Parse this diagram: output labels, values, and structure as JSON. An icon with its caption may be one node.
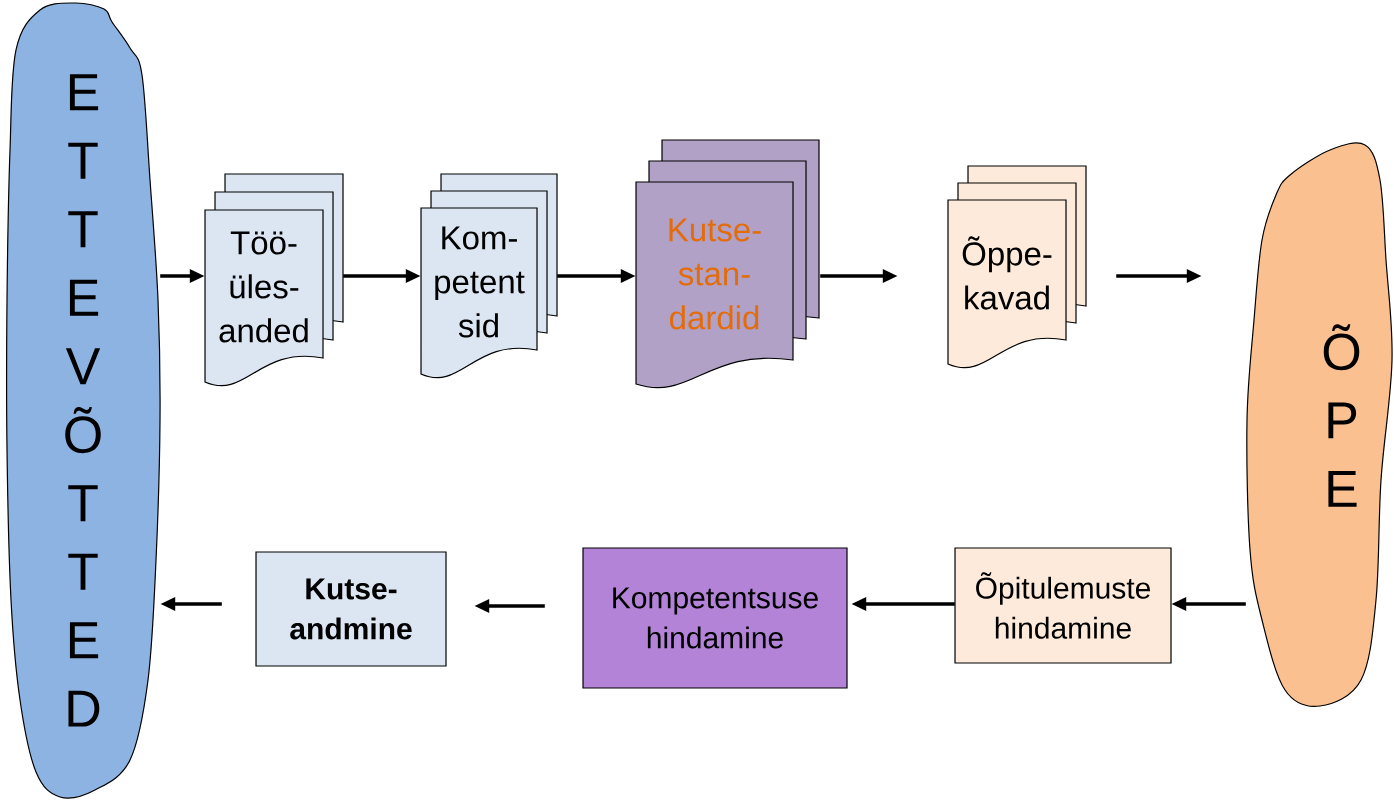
{
  "diagram": {
    "nodes": [
      {
        "text": [
          "E T T E V Õ T T E D"
        ]
      },
      {
        "text": [
          "Töö- üles- anded"
        ]
      },
      {
        "text": [
          "Kom- petent sid"
        ]
      },
      {
        "text": [
          "Kutse- stan- dardid"
        ]
      },
      {
        "text": [
          "Õppe- kavad"
        ]
      },
      {
        "text": [
          "Õ P E"
        ]
      },
      {
        "text": [
          "Õpitulemuste hindamine"
        ]
      },
      {
        "text": [
          "Kompetentsuse hindamine"
        ]
      },
      {
        "text": [
          "Kutse- andmine"
        ]
      }
    ],
    "edges": [
      {
        "from": 0,
        "to": 1,
        "arrow": "to"
      },
      {
        "from": 1,
        "to": 2,
        "arrow": "to"
      },
      {
        "from": 2,
        "to": 3,
        "arrow": "to"
      },
      {
        "from": 3,
        "to": 4,
        "arrow": "to"
      },
      {
        "from": 4,
        "to": 5,
        "arrow": "to"
      },
      {
        "from": 5,
        "to": 6,
        "arrow": "to"
      },
      {
        "from": 6,
        "to": 7,
        "arrow": "to"
      },
      {
        "from": 7,
        "to": 8,
        "arrow": "to"
      },
      {
        "from": 8,
        "to": 0,
        "arrow": "to"
      }
    ]
  }
}
